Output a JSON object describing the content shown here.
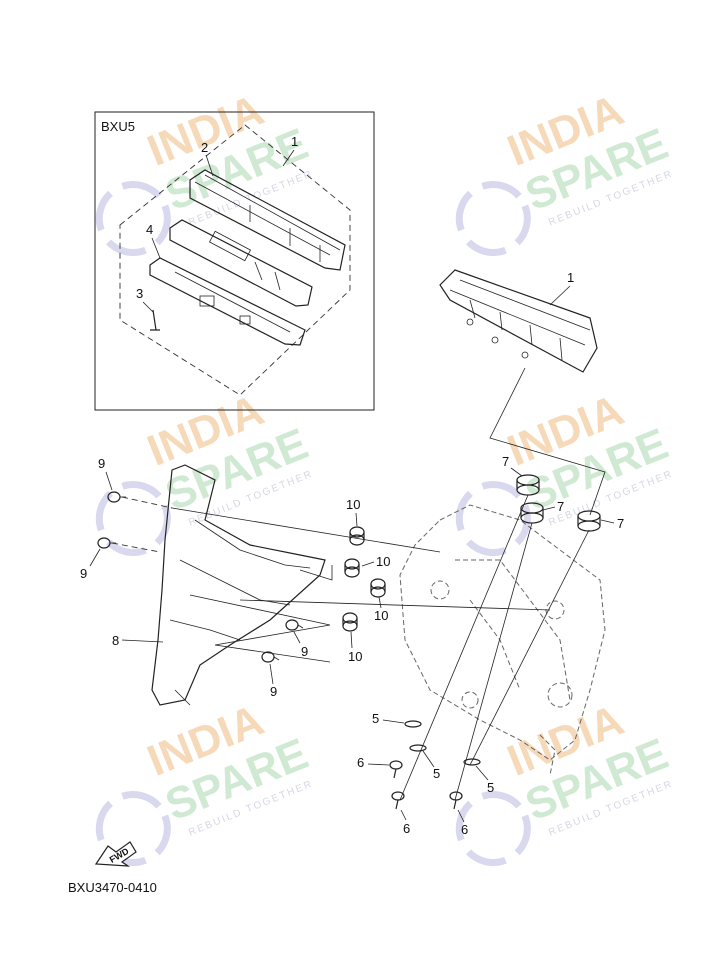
{
  "diagram": {
    "variant_label": "BXU5",
    "part_code": "BXU3470-0410",
    "fwd_label": "FWD",
    "callouts": {
      "c1_inset": "1",
      "c2": "2",
      "c3": "3",
      "c4": "4",
      "c1_main": "1",
      "c7a": "7",
      "c7b": "7",
      "c7c": "7",
      "c9a": "9",
      "c9b": "9",
      "c9c": "9",
      "c9d": "9",
      "c10a": "10",
      "c10b": "10",
      "c10c": "10",
      "c10d": "10",
      "c8": "8",
      "c5a": "5",
      "c5b": "5",
      "c5c": "5",
      "c6a": "6",
      "c6b": "6",
      "c6c": "6"
    }
  },
  "watermark": {
    "line1": "INDIA",
    "line2": "SPARE",
    "tagline": "REBUILD TOGETHER"
  }
}
